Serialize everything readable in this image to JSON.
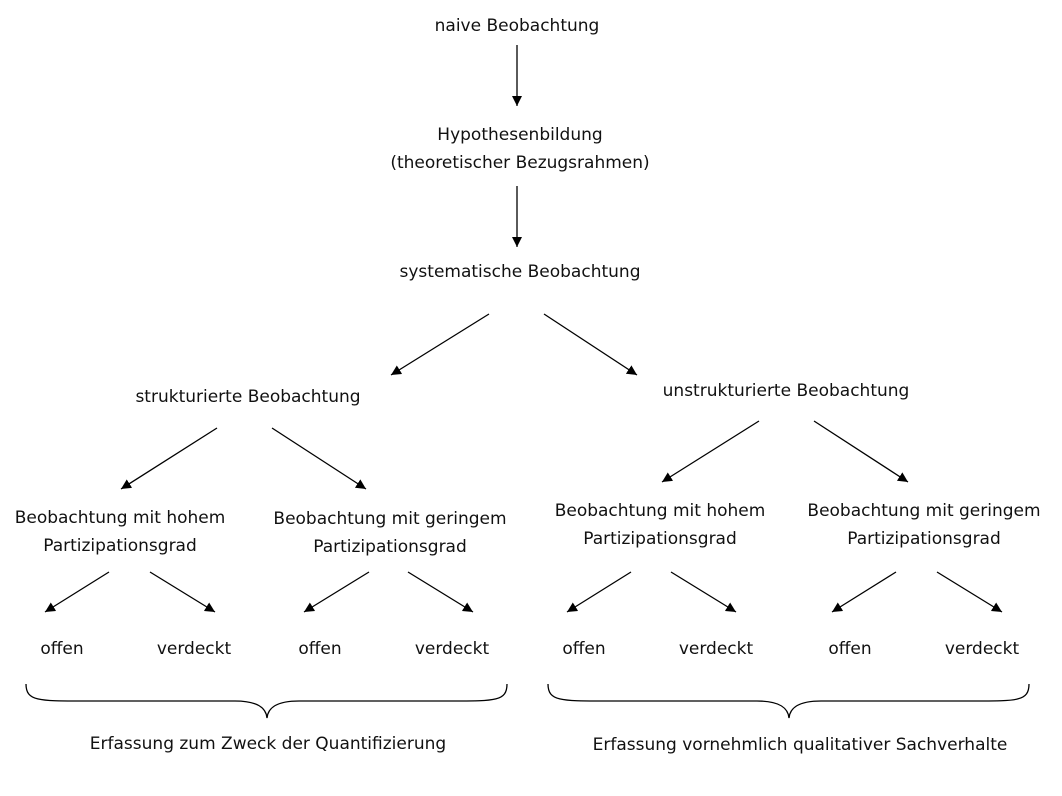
{
  "root": {
    "label": "naive Beobachtung"
  },
  "hypothesis": {
    "line1": "Hypothesenbildung",
    "line2": "(theoretischer Bezugsrahmen)"
  },
  "systematic": {
    "label": "systematische Beobachtung"
  },
  "structured": {
    "label": "strukturierte Beobachtung",
    "high": {
      "line1": "Beobachtung mit hohem",
      "line2": "Partizipationsgrad",
      "open": "offen",
      "covert": "verdeckt"
    },
    "low": {
      "line1": "Beobachtung mit geringem",
      "line2": "Partizipationsgrad",
      "open": "offen",
      "covert": "verdeckt"
    },
    "caption": "Erfassung zum Zweck der Quantifizierung"
  },
  "unstructured": {
    "label": "unstrukturierte Beobachtung",
    "high": {
      "line1": "Beobachtung mit hohem",
      "line2": "Partizipationsgrad",
      "open": "offen",
      "covert": "verdeckt"
    },
    "low": {
      "line1": "Beobachtung mit geringem",
      "line2": "Partizipationsgrad",
      "open": "offen",
      "covert": "verdeckt"
    },
    "caption": "Erfassung vornehmlich qualitativer Sachverhalte"
  }
}
